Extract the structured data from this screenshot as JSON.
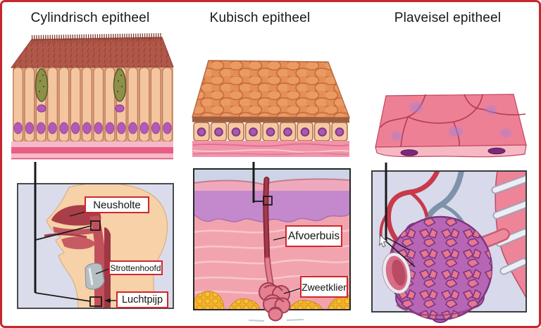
{
  "figure": {
    "frame_color": "#c5282e",
    "label_box_border_color": "#d0262b",
    "panel_background_color": "#dadcec",
    "columns": [
      {
        "id": "cylindrisch",
        "title": "Cylindrisch epitheel",
        "labels": [
          {
            "text": "Neusholte"
          },
          {
            "text": "Strottenhoofd"
          },
          {
            "text": "Luchtpijp"
          }
        ]
      },
      {
        "id": "kubisch",
        "title": "Kubisch epitheel",
        "labels": [
          {
            "text": "Afvoerbuis"
          },
          {
            "text": "Zweetklier"
          }
        ]
      },
      {
        "id": "plaveisel",
        "title": "Plaveisel epitheel",
        "labels": []
      }
    ]
  }
}
